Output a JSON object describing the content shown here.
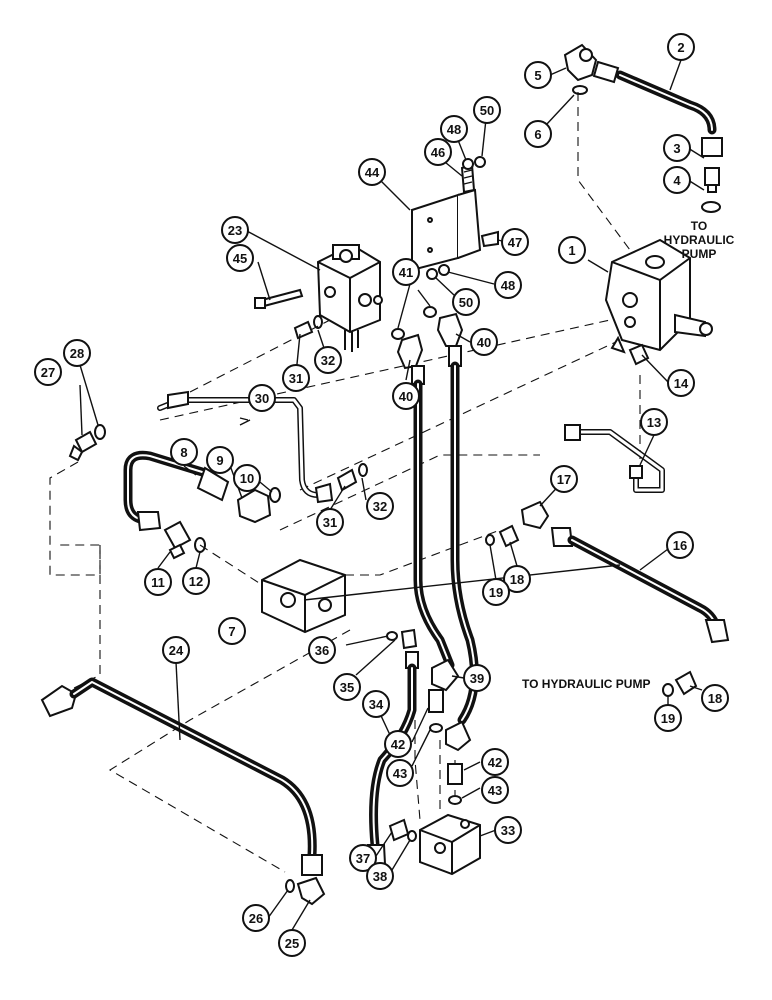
{
  "notes": {
    "pump_top_line1": "TO",
    "pump_top_line2": "HYDRAULIC",
    "pump_top_line3": "PUMP",
    "pump_bottom": "TO HYDRAULIC PUMP"
  },
  "callouts": {
    "c1": "1",
    "c2": "2",
    "c3": "3",
    "c4": "4",
    "c5": "5",
    "c6": "6",
    "c7": "7",
    "c8": "8",
    "c9": "9",
    "c10": "10",
    "c11": "11",
    "c12": "12",
    "c13": "13",
    "c14": "14",
    "c16": "16",
    "c17": "17",
    "c18a": "18",
    "c18b": "18",
    "c19a": "19",
    "c19b": "19",
    "c23": "23",
    "c24": "24",
    "c25": "25",
    "c26": "26",
    "c27": "27",
    "c28": "28",
    "c30": "30",
    "c31a": "31",
    "c31b": "31",
    "c32a": "32",
    "c32b": "32",
    "c33": "33",
    "c34": "34",
    "c35": "35",
    "c36": "36",
    "c37": "37",
    "c38": "38",
    "c39": "39",
    "c40a": "40",
    "c40b": "40",
    "c41": "41",
    "c42a": "42",
    "c42b": "42",
    "c43a": "43",
    "c43b": "43",
    "c44": "44",
    "c45": "45",
    "c46": "46",
    "c47": "47",
    "c48a": "48",
    "c48b": "48",
    "c50a": "50",
    "c50b": "50"
  }
}
